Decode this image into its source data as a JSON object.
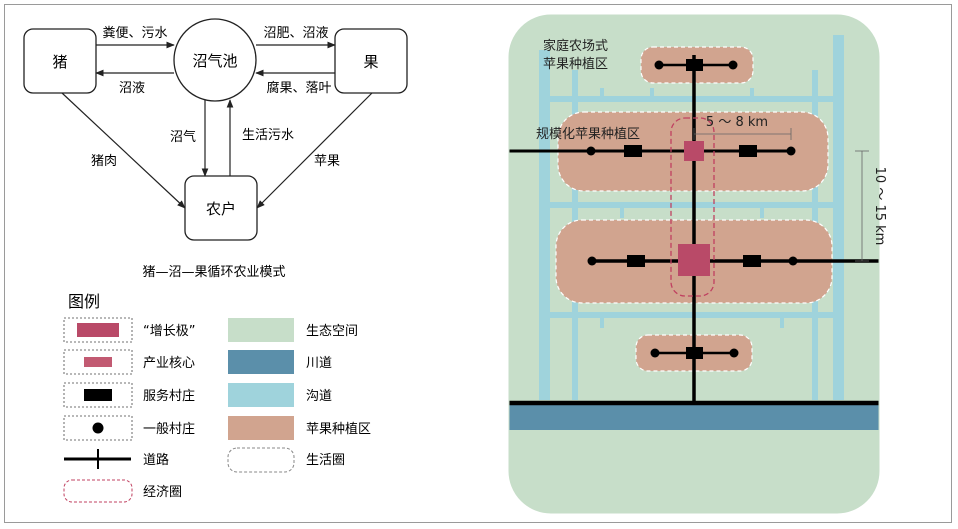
{
  "cycle": {
    "nodes": {
      "pig": "猪",
      "biogas": "沼气池",
      "fruit": "果",
      "farmer": "农户"
    },
    "edges": {
      "pig_to_biogas": "粪便、污水",
      "biogas_to_pig": "沼液",
      "biogas_to_fruit": "沼肥、沼液",
      "fruit_to_biogas": "腐果、落叶",
      "biogas_to_farmer": "沼气",
      "farmer_to_biogas": "生活污水",
      "pig_to_farmer": "猪肉",
      "fruit_to_farmer": "苹果"
    },
    "caption": "猪—沼—果循环农业模式"
  },
  "legend": {
    "title": "图例",
    "items": [
      "“增长极”",
      "产业核心",
      "服务村庄",
      "一般村庄",
      "道路",
      "经济圈",
      "生态空间",
      "川道",
      "沟道",
      "苹果种植区",
      "生活圈"
    ]
  },
  "map": {
    "label_family_farm_1": "家庭农场式",
    "label_family_farm_2": "苹果种植区",
    "label_scale_zone": "规模化苹果种植区",
    "dim_horizontal": "5 ～ 8 km",
    "dim_vertical": "10 ～ 15 km"
  },
  "colors": {
    "eco_space": "#c7dec9",
    "river_road": "#5b8faa",
    "gully": "#9fd3dc",
    "apple_zone": "#d1a48f",
    "growth_pole": "#b94a68",
    "econ_circle": "#c04060"
  }
}
